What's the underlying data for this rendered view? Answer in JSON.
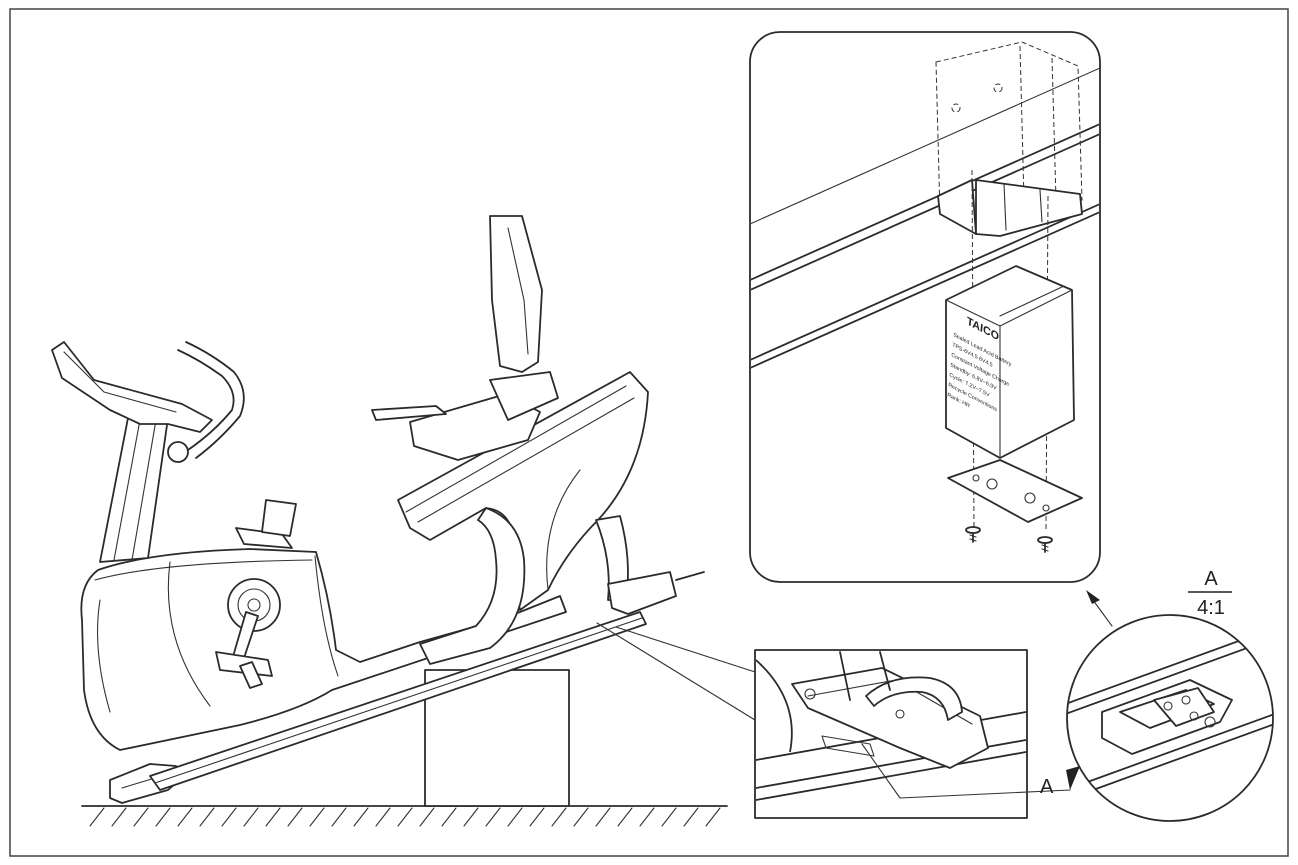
{
  "callouts": {
    "detail_ref": "A",
    "detail_title": "A",
    "detail_scale": "4:1"
  },
  "battery": {
    "brand": "TAICO",
    "label_lines": [
      "Sealed Lead Acid Battery",
      "TPS-6V4.5 6V4.5",
      "Constant Voltage Charge",
      "Standby: 6.8V~6.9V",
      "Cycle: 7.2V~7.5V",
      "Recycle Conventions",
      "Rank: HR"
    ]
  }
}
